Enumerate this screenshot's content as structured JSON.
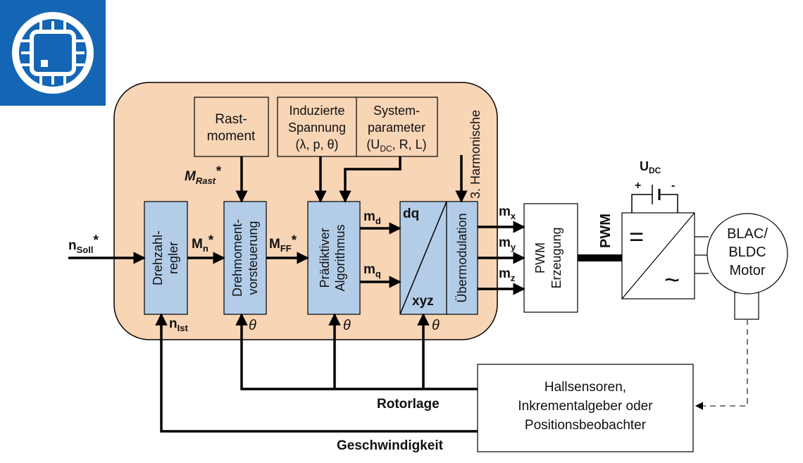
{
  "logo": {
    "icon": "chip-refresh-icon"
  },
  "colors": {
    "logo_bg": "#1565b5",
    "panel_bg": "#f8d5b5",
    "block_bg": "#b3cde8",
    "line": "#000000"
  },
  "inputs": {
    "n_soll": "n",
    "n_soll_sub": "Soll",
    "n_soll_star": "*"
  },
  "blocks": {
    "rastmoment": [
      "Rast-",
      "moment"
    ],
    "induzierte": [
      "Induzierte",
      "Spannung",
      "(λ, p, θ)"
    ],
    "systemparameter": {
      "line1": "System-",
      "line2": "parameter",
      "line3_pre": "(U",
      "line3_sub": "DC",
      "line3_post": ", R, L)"
    },
    "harmonische": "3. Harmonische",
    "drehzahlregler": [
      "Drehzahl-",
      "regler"
    ],
    "vorsteuerung": [
      "Drehmoment-",
      "vorsteuerung"
    ],
    "algorithmus": [
      "Prädiktiver",
      "Algorithmus"
    ],
    "dq": "dq",
    "xyz": "xyz",
    "uebermodulation": "Übermodulation",
    "pwm_erzeugung": [
      "PWM",
      "Erzeugung"
    ],
    "motor": [
      "BLAC/",
      "BLDC",
      "Motor"
    ],
    "sensor": [
      "Hallsensoren,",
      "Inkrementalgeber oder",
      "Positionsbeobachter"
    ]
  },
  "signals": {
    "m_rast": "M",
    "m_rast_sub": "Rast",
    "m_rast_star": "*",
    "m_n": "M",
    "m_n_sub": "n",
    "m_n_star": "*",
    "m_ff": "M",
    "m_ff_sub": "FF",
    "m_ff_star": "*",
    "m_d": "m",
    "m_d_sub": "d",
    "m_q": "m",
    "m_q_sub": "q",
    "m_x": "m",
    "m_x_sub": "x",
    "m_y": "m",
    "m_y_sub": "y",
    "m_z": "m",
    "m_z_sub": "z",
    "n_ist": "n",
    "n_ist_sub": "Ist",
    "theta": "θ",
    "pwm": "PWM",
    "u_dc": "U",
    "u_dc_sub": "DC",
    "plus": "+",
    "minus": "-",
    "rotorlage": "Rotorlage",
    "geschwindigkeit": "Geschwindigkeit"
  },
  "inverter": {
    "dc_symbol": "=",
    "ac_symbol": "~"
  }
}
